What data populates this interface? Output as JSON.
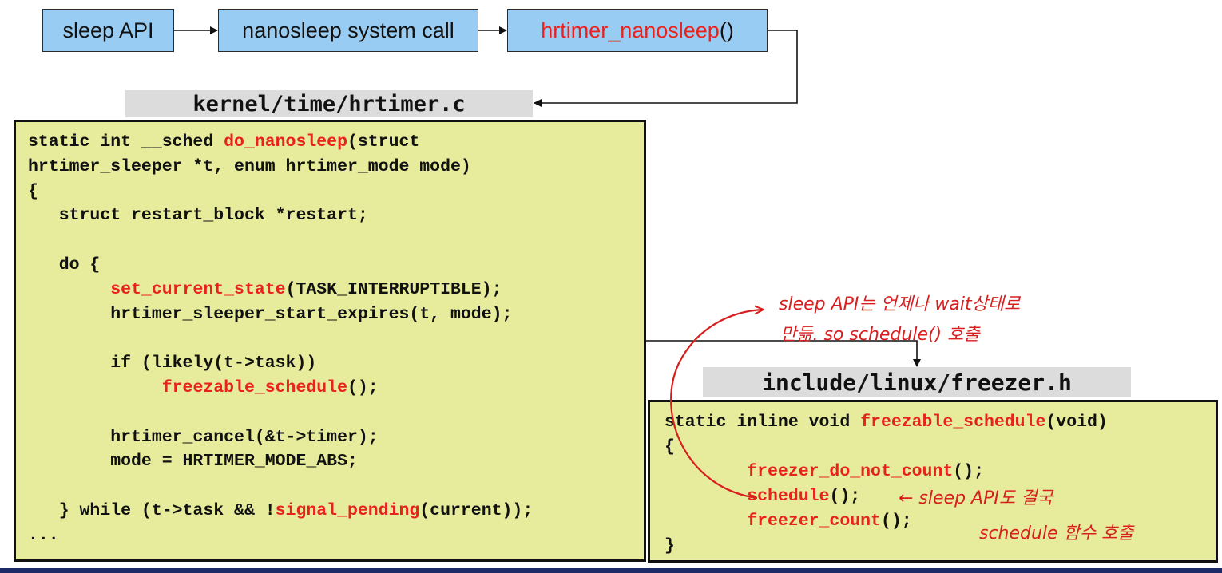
{
  "flow": {
    "box1": "sleep API",
    "box2": "nanosleep system call",
    "box3_fn": "hrtimer_nanosleep",
    "box3_suffix": "()"
  },
  "files": {
    "main": "kernel/time/hrtimer.c",
    "freezer": "include/linux/freezer.h"
  },
  "main_code": {
    "l1_a": "static int __sched ",
    "l1_fn": "do_nanosleep",
    "l1_b": "(struct",
    "l2": "hrtimer_sleeper *t, enum hrtimer_mode mode)",
    "l3": "{",
    "l4": "   struct restart_block *restart;",
    "l6": "   do {",
    "l7_indent": "        ",
    "l7_fn": "set_current_state",
    "l7_b": "(TASK_INTERRUPTIBLE);",
    "l8": "        hrtimer_sleeper_start_expires(t, mode);",
    "l10": "        if (likely(t->task))",
    "l11_indent": "             ",
    "l11_fn": "freezable_schedule",
    "l11_b": "();",
    "l13": "        hrtimer_cancel(&t->timer);",
    "l14": "        mode = HRTIMER_MODE_ABS;",
    "l16_a": "   } while (t->task && !",
    "l16_fn": "signal_pending",
    "l16_b": "(current));",
    "l17": "..."
  },
  "freezer_code": {
    "l1_a": "static inline void ",
    "l1_fn": "freezable_schedule",
    "l1_b": "(void)",
    "l2": "{",
    "l3_indent": "        ",
    "l3_fn": "freezer_do_not_count",
    "l3_b": "();",
    "l4_indent": "        ",
    "l4_fn": "schedule",
    "l4_b": "();",
    "l5_indent": "        ",
    "l5_fn": "freezer_count",
    "l5_b": "();",
    "l6": "}"
  },
  "annotations": {
    "note1_line1": "sleep API는 언제나 wait상태로",
    "note1_line2": "만듦. so schedule() 호출",
    "note2_line1": "← sleep API도 결국",
    "note2_line2": "schedule 함수 호출"
  },
  "colors": {
    "flow_box": "#99ccf2",
    "code_bg": "#e6ec9b",
    "label_bg": "#dcdcdc",
    "highlight": "#e8231f",
    "annotation": "#d81f1f",
    "bottom_rule": "#1c2a68"
  }
}
